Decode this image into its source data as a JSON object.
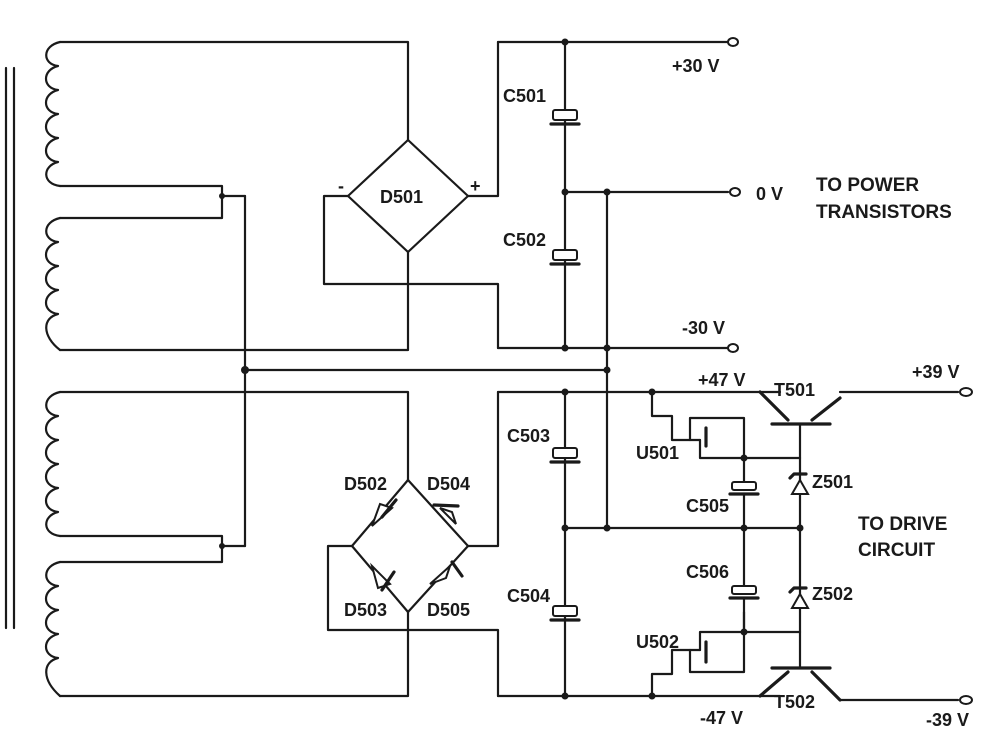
{
  "transistors": {
    "t501": "T501",
    "t502": "T502"
  },
  "regulators": {
    "u501": "U501",
    "u502": "U502"
  },
  "zeners": {
    "z501": "Z501",
    "z502": "Z502"
  },
  "diodes": {
    "d501": "D501",
    "d502": "D502",
    "d503": "D503",
    "d504": "D504",
    "d505": "D505"
  },
  "capacitors": {
    "c501": "C501",
    "c502": "C502",
    "c503": "C503",
    "c504": "C504",
    "c505": "C505",
    "c506": "C506"
  },
  "bridge_polarity": {
    "minus": "-",
    "plus": "+"
  },
  "rails": {
    "p30": "+30 V",
    "zero": "0 V",
    "m30": "-30 V",
    "p47": "+47 V",
    "m47": "-47 V",
    "p39": "+39 V",
    "m39": "-39 V"
  },
  "notes": {
    "power_line1": "TO POWER",
    "power_line2": "TRANSISTORS",
    "drive_line1": "TO DRIVE",
    "drive_line2": "CIRCUIT"
  }
}
